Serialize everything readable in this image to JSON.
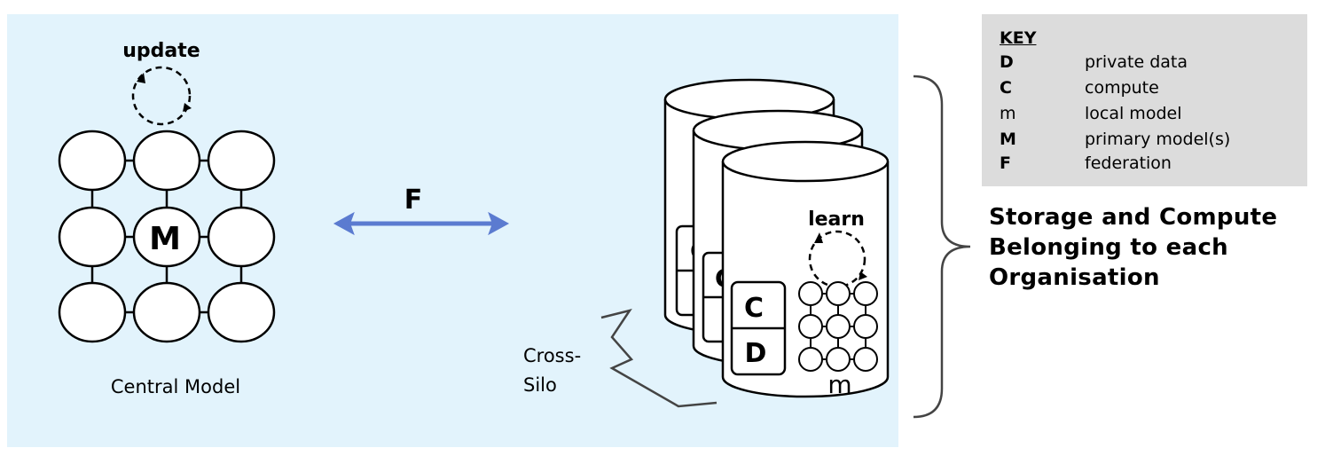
{
  "central": {
    "update_label": "update",
    "model_letter": "M",
    "caption": "Central Model"
  },
  "federation": {
    "label": "F"
  },
  "silo": {
    "learn_label": "learn",
    "compute_letter": "C",
    "data_letter": "D",
    "local_model_letter": "m",
    "cross_silo_label_1": "Cross-",
    "cross_silo_label_2": "Silo"
  },
  "key": {
    "title": "KEY",
    "rows": [
      {
        "symbol": "D",
        "meaning": "private data"
      },
      {
        "symbol": "C",
        "meaning": "compute"
      },
      {
        "symbol": "m",
        "meaning": "local model"
      },
      {
        "symbol": "M",
        "meaning": "primary model(s)"
      },
      {
        "symbol": "F",
        "meaning": "federation"
      }
    ]
  },
  "storage_note": {
    "line1": "Storage and Compute",
    "line2": "Belonging to each",
    "line3": "Organisation"
  },
  "colors": {
    "panel_bg": "#e2f3fc",
    "key_bg": "#dcdcdc",
    "arrow": "#5b7bd0"
  }
}
